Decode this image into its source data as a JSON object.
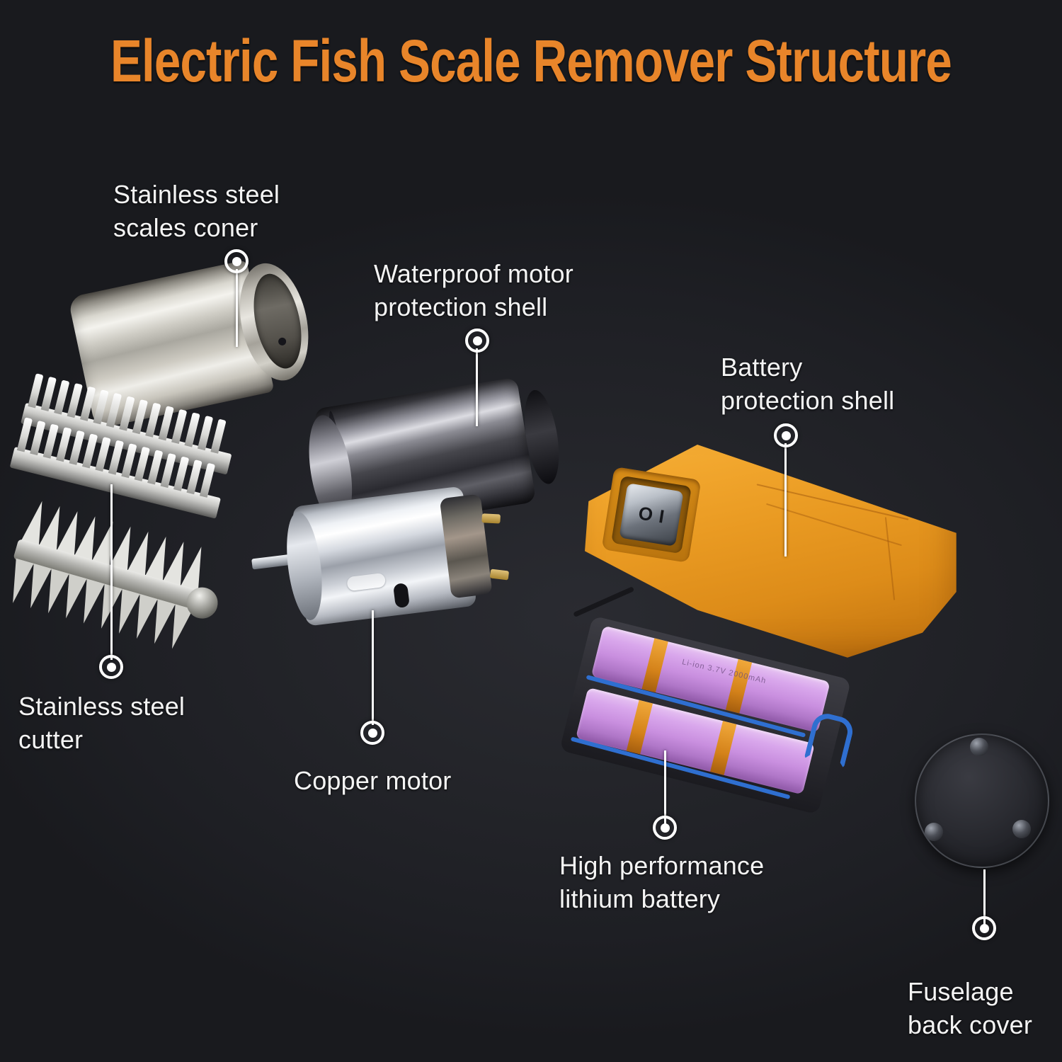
{
  "title": "Electric Fish Scale Remover Structure",
  "theme": {
    "background": "#232429",
    "title_color": "#e8852a",
    "label_color": "#f4f4f4",
    "callout_color": "#ffffff",
    "handle_color": "#f2a72e",
    "battery_cell_color": "#d9a7ec",
    "battery_band_color": "#d4821a",
    "wire_color": "#2f6fd0"
  },
  "callouts": [
    {
      "id": "scales-coner",
      "label": "Stainless steel\nscales coner"
    },
    {
      "id": "motor-shell",
      "label": "Waterproof motor\nprotection shell"
    },
    {
      "id": "battery-shell",
      "label": "Battery\nprotection shell"
    },
    {
      "id": "steel-cutter",
      "label": "Stainless steel\ncutter"
    },
    {
      "id": "copper-motor",
      "label": "Copper motor"
    },
    {
      "id": "lithium-battery",
      "label": "High performance\nlithium battery"
    },
    {
      "id": "back-cover",
      "label": "Fuselage\nback cover"
    }
  ],
  "switch": {
    "off_symbol": "O",
    "on_symbol": "I"
  },
  "battery": {
    "cell_print": "Li-ion 3.7V 2000mAh",
    "cell_count": 2
  }
}
